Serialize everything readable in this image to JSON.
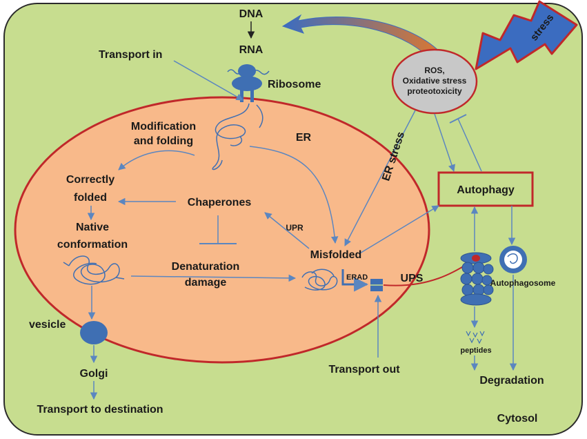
{
  "labels": {
    "dna": "DNA",
    "rna": "RNA",
    "transport_in": "Transport in",
    "ribosome": "Ribosome",
    "stress": "stress",
    "ros_line1": "ROS,",
    "ros_line2": "Oxidative stress",
    "ros_line3": "proteotoxicity",
    "modification_line1": "Modification",
    "modification_line2": "and folding",
    "er": "ER",
    "er_stress": "ER stress",
    "correctly_line1": "Correctly",
    "correctly_line2": "folded",
    "chaperones": "Chaperones",
    "autophagy": "Autophagy",
    "native_line1": "Native",
    "native_line2": "conformation",
    "upr": "UPR",
    "misfolded": "Misfolded",
    "denaturation_line1": "Denaturation",
    "denaturation_line2": "damage",
    "erad": "ERAD",
    "ups": "UPS",
    "autophagosome": "Autophagosome",
    "vesicle": "vesicle",
    "peptides": "peptides",
    "golgi": "Golgi",
    "transport_out": "Transport out",
    "degradation": "Degradation",
    "transport_destination": "Transport to destination",
    "cytosol": "Cytosol"
  },
  "colors": {
    "cytosol_fill": "#c7dd8f",
    "cell_border": "#2b2b2b",
    "er_fill": "#f8b98a",
    "er_border": "#c0282a",
    "arrow": "#5b86c0",
    "protein_blue": "#3f6fb3",
    "ros_fill": "#c8c8c8",
    "stress_fill": "#3b6cc0",
    "stress_border": "#c0282a",
    "swoosh_orange": "#e0782c",
    "autophagy_border": "#c0282a"
  }
}
